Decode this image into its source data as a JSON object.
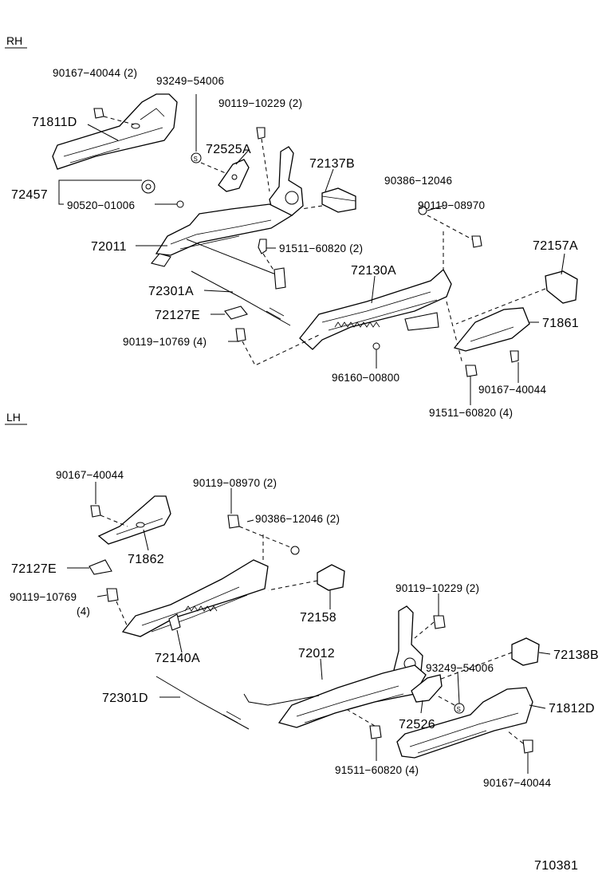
{
  "sections": {
    "rh": "RH",
    "lh": "LH"
  },
  "figure_id": "710381",
  "rh": {
    "p_90167_40044_2": "90167−40044 (2)",
    "p_93249_54006": "93249−54006",
    "p_90119_10229_2": "90119−10229 (2)",
    "p_71811D": "71811D",
    "p_72525A": "72525A",
    "p_72137B": "72137B",
    "p_90386_12046": "90386−12046",
    "p_72457": "72457",
    "p_90520_01006": "90520−01006",
    "p_90119_08970": "90119−08970",
    "p_72011": "72011",
    "p_91511_60820_2": "91511−60820 (2)",
    "p_72157A": "72157A",
    "p_72130A": "72130A",
    "p_72301A": "72301A",
    "p_72127E": "72127E",
    "p_71861": "71861",
    "p_90119_10769_4": "90119−10769 (4)",
    "p_96160_00800": "96160−00800",
    "p_90167_40044": "90167−40044",
    "p_91511_60820_4": "91511−60820 (4)"
  },
  "lh": {
    "p_90167_40044_a": "90167−40044",
    "p_90119_08970_2": "90119−08970 (2)",
    "p_90386_12046_2": "90386−12046 (2)",
    "p_71862": "71862",
    "p_72127E": "72127E",
    "p_90119_10769": "90119−10769",
    "p_qty4": "(4)",
    "p_72158": "72158",
    "p_90119_10229_2": "90119−10229 (2)",
    "p_72140A": "72140A",
    "p_72012": "72012",
    "p_72138B": "72138B",
    "p_93249_54006": "93249−54006",
    "p_72301D": "72301D",
    "p_71812D": "71812D",
    "p_72526": "72526",
    "p_91511_60820_4": "91511−60820 (4)",
    "p_90167_40044_b": "90167−40044"
  }
}
